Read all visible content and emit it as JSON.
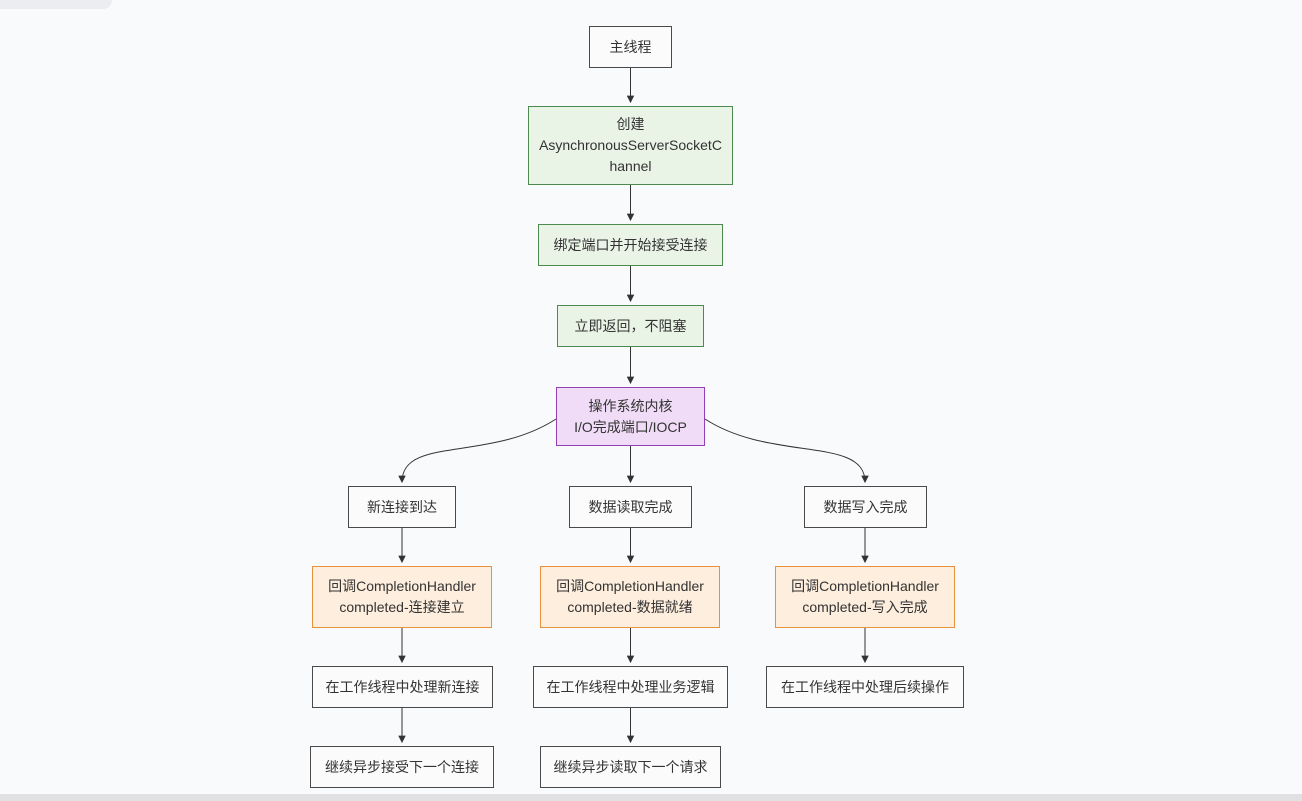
{
  "diagram": {
    "title": "AsynchronousServerSocketChannel IOCP flow",
    "nodes": [
      {
        "id": "main-thread",
        "type": "plain",
        "label": "主线程"
      },
      {
        "id": "create-channel",
        "type": "green",
        "label": "创建\nAsynchronousServerSocketC\nhannel"
      },
      {
        "id": "bind-port",
        "type": "green",
        "label": "绑定端口并开始接受连接"
      },
      {
        "id": "immediate-return",
        "type": "green",
        "label": "立即返回，不阻塞"
      },
      {
        "id": "os-kernel-iocp",
        "type": "purple",
        "label": "操作系统内核\nI/O完成端口/IOCP"
      },
      {
        "id": "new-connection",
        "type": "plain",
        "label": "新连接到达"
      },
      {
        "id": "data-read-complete",
        "type": "plain",
        "label": "数据读取完成"
      },
      {
        "id": "data-write-complete",
        "type": "plain",
        "label": "数据写入完成"
      },
      {
        "id": "callback-connect",
        "type": "orange",
        "label": "回调CompletionHandler\ncompleted-连接建立"
      },
      {
        "id": "callback-read",
        "type": "orange",
        "label": "回调CompletionHandler\ncompleted-数据就绪"
      },
      {
        "id": "callback-write",
        "type": "orange",
        "label": "回调CompletionHandler\ncompleted-写入完成"
      },
      {
        "id": "handle-new-connection",
        "type": "plain",
        "label": "在工作线程中处理新连接"
      },
      {
        "id": "handle-business-logic",
        "type": "plain",
        "label": "在工作线程中处理业务逻辑"
      },
      {
        "id": "handle-followup",
        "type": "plain",
        "label": "在工作线程中处理后续操作"
      },
      {
        "id": "continue-accept",
        "type": "plain",
        "label": "继续异步接受下一个连接"
      },
      {
        "id": "continue-read",
        "type": "plain",
        "label": "继续异步读取下一个请求"
      }
    ],
    "edges": [
      {
        "from": "main-thread",
        "to": "create-channel"
      },
      {
        "from": "create-channel",
        "to": "bind-port"
      },
      {
        "from": "bind-port",
        "to": "immediate-return"
      },
      {
        "from": "immediate-return",
        "to": "os-kernel-iocp"
      },
      {
        "from": "os-kernel-iocp",
        "to": "new-connection"
      },
      {
        "from": "os-kernel-iocp",
        "to": "data-read-complete"
      },
      {
        "from": "os-kernel-iocp",
        "to": "data-write-complete"
      },
      {
        "from": "new-connection",
        "to": "callback-connect"
      },
      {
        "from": "data-read-complete",
        "to": "callback-read"
      },
      {
        "from": "data-write-complete",
        "to": "callback-write"
      },
      {
        "from": "callback-connect",
        "to": "handle-new-connection"
      },
      {
        "from": "callback-read",
        "to": "handle-business-logic"
      },
      {
        "from": "callback-write",
        "to": "handle-followup"
      },
      {
        "from": "handle-new-connection",
        "to": "continue-accept"
      },
      {
        "from": "handle-business-logic",
        "to": "continue-read"
      }
    ],
    "colors": {
      "canvas_background": "#f9fafb",
      "node_plain_fill": "#fbfbfb",
      "node_plain_border": "#4a4a4a",
      "node_green_fill": "#e9f3e6",
      "node_green_border": "#4e8a50",
      "node_purple_fill": "#f0dcf6",
      "node_purple_border": "#9440b5",
      "node_orange_fill": "#feeedd",
      "node_orange_border": "#e8913d",
      "edge_color": "#333333",
      "text_color": "#333333"
    }
  }
}
